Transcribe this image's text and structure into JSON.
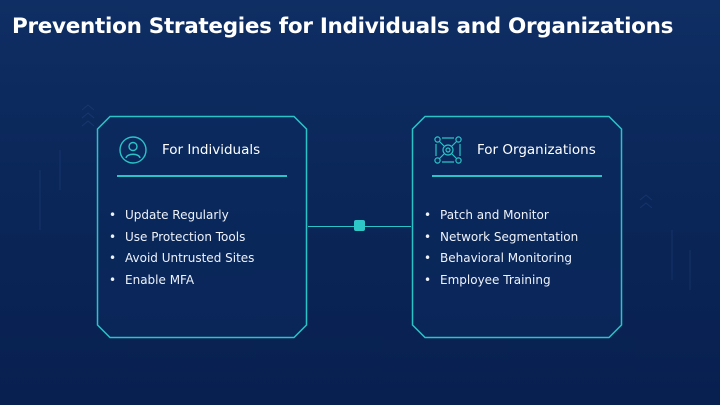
{
  "slide": {
    "title": "Prevention Strategies for Individuals and Organizations"
  },
  "cards": [
    {
      "heading": "For Individuals",
      "icon": "person-icon",
      "items": [
        "Update Regularly",
        "Use Protection Tools",
        "Avoid Untrusted Sites",
        "Enable MFA"
      ]
    },
    {
      "heading": "For Organizations",
      "icon": "network-icon",
      "items": [
        "Patch and Monitor",
        "Network Segmentation",
        "Behavioral Monitoring",
        "Employee Training"
      ]
    }
  ],
  "colors": {
    "background": "#0a2557",
    "accent": "#29c4c8",
    "text": "#ffffff"
  }
}
